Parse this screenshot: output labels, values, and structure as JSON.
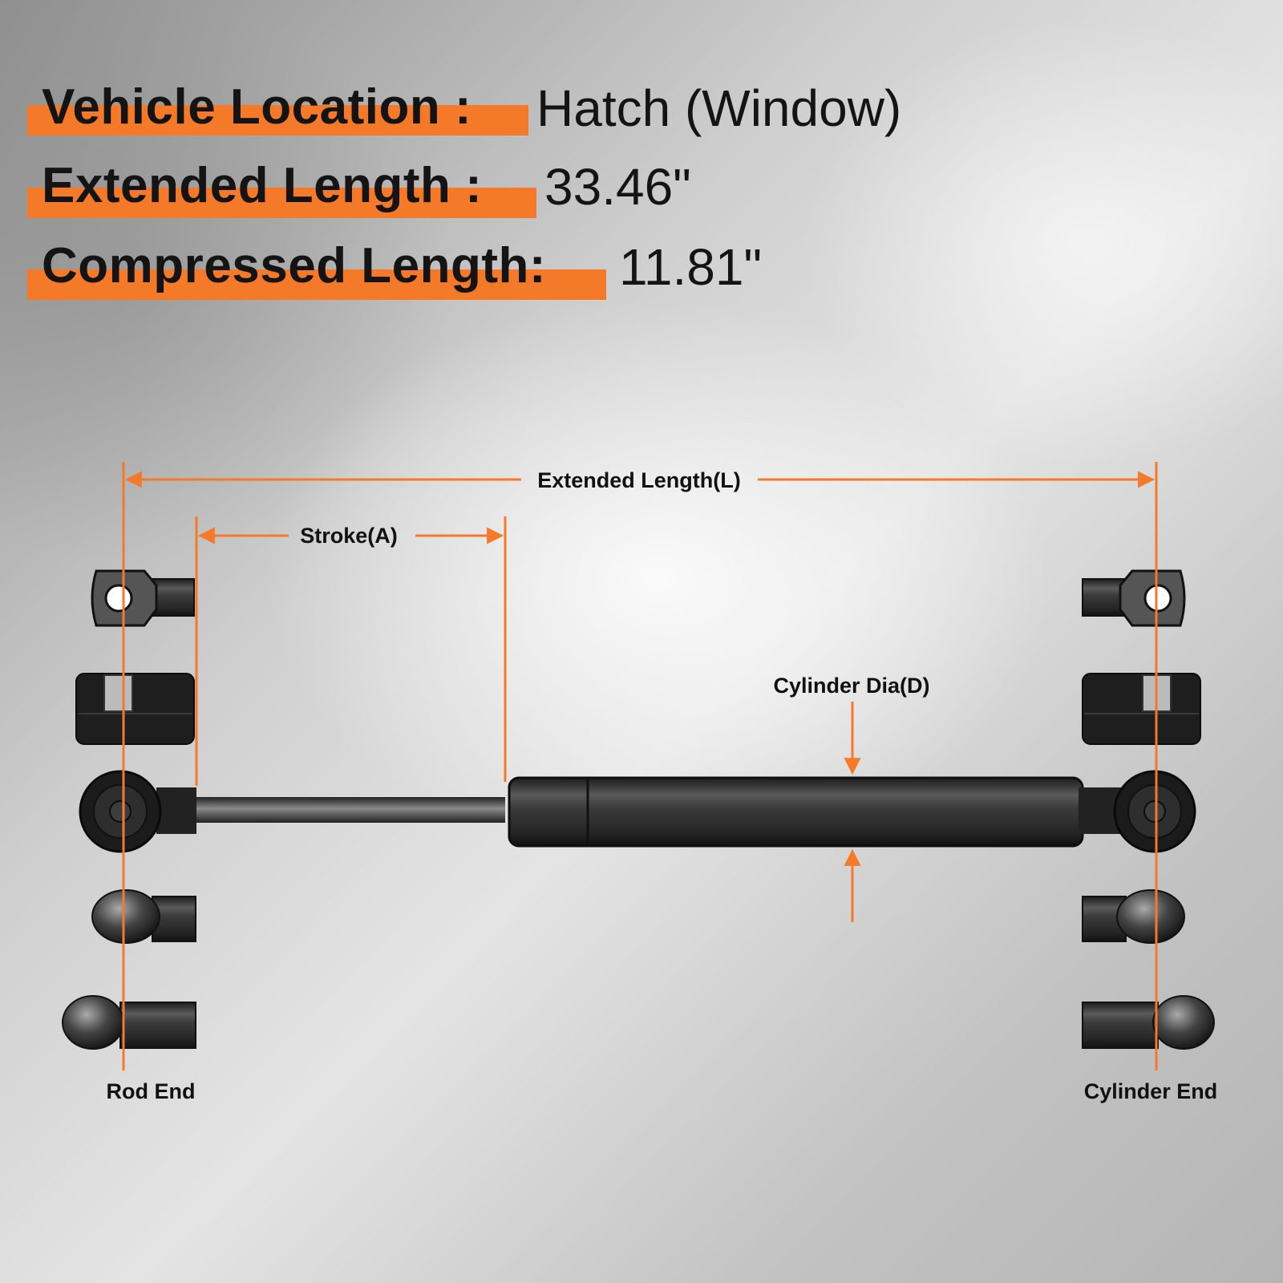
{
  "specs": {
    "location": {
      "label": "Vehicle Location :",
      "value": "Hatch (Window)"
    },
    "extended": {
      "label": "Extended Length :",
      "value": "33.46\""
    },
    "compressed": {
      "label": "Compressed Length:",
      "value": "11.81\""
    }
  },
  "diagram": {
    "extended_length_label": "Extended Length(L)",
    "stroke_label": "Stroke(A)",
    "cylinder_dia_label": "Cylinder Dia(D)",
    "rod_end_label": "Rod End",
    "cylinder_end_label": "Cylinder End"
  },
  "colors": {
    "accent": "#f47a2a",
    "text": "#141414",
    "metal_dark": "#2a2a2a",
    "metal_mid": "#555555"
  }
}
